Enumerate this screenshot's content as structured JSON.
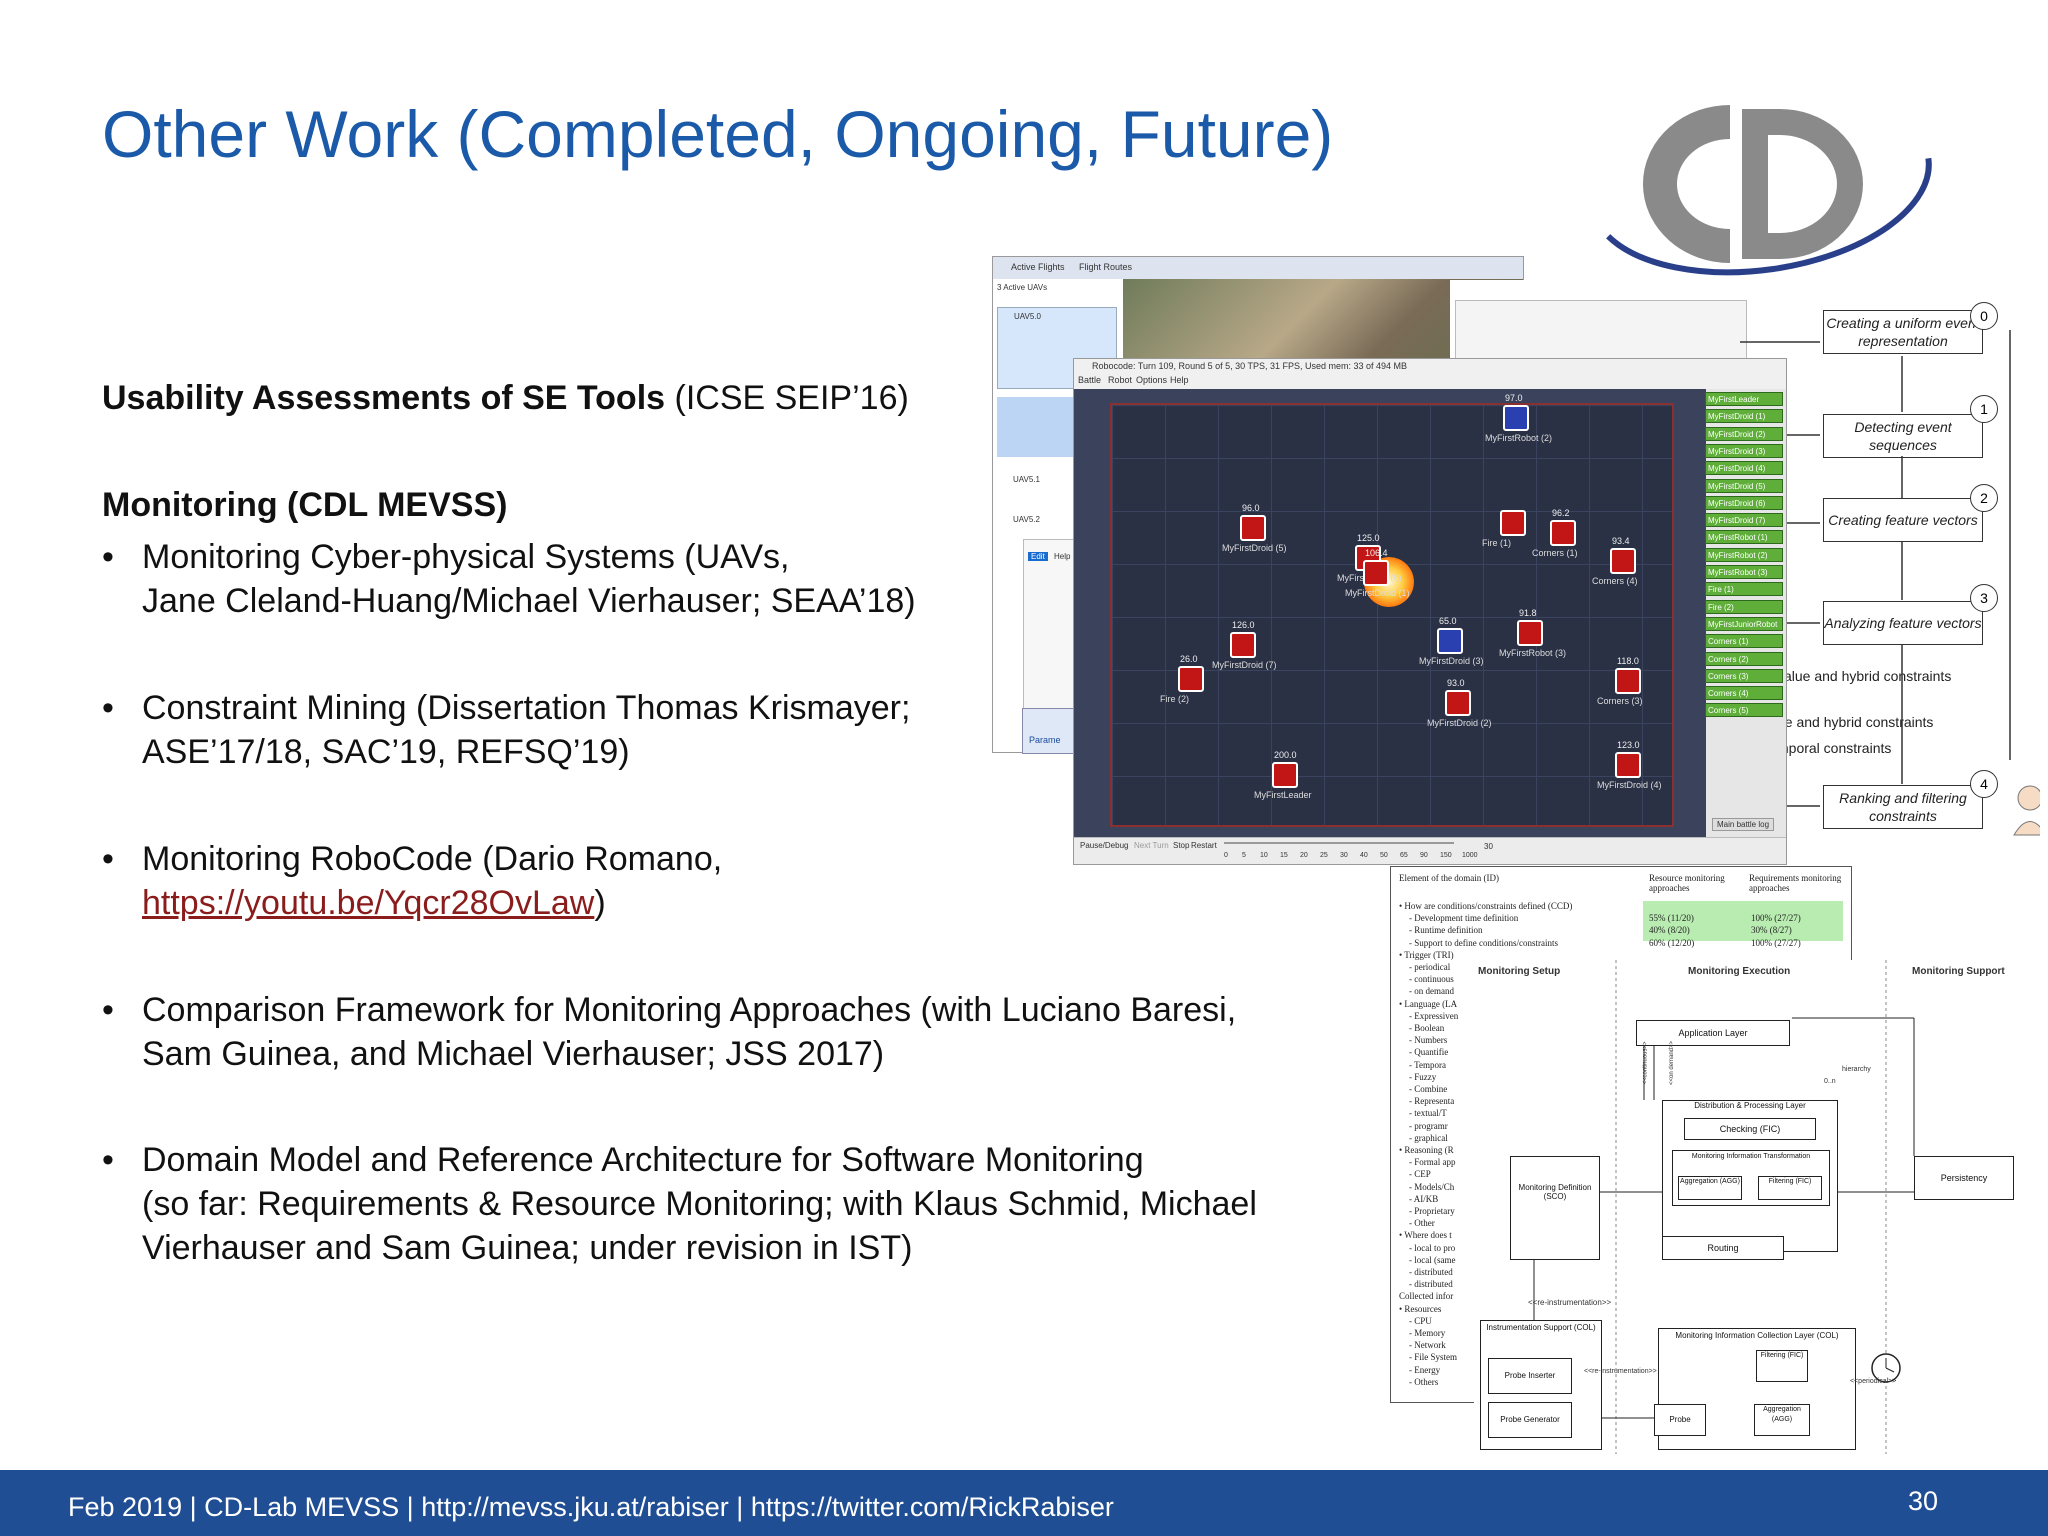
{
  "slide": {
    "title": "Other Work (Completed, Ongoing, Future)",
    "usability": {
      "bold": "Usability Assessments of SE Tools",
      "rest": " (ICSE SEIP’16)"
    },
    "monitoring_heading": "Monitoring (CDL MEVSS)",
    "bullets": [
      {
        "line1": "Monitoring Cyber-physical Systems (UAVs,",
        "line2": "Jane Cleland-Huang/Michael Vierhauser; SEAA’18)"
      },
      {
        "line1": "Constraint Mining (Dissertation Thomas Krismayer;",
        "line2": "ASE’17/18, SAC’19, REFSQ’19)"
      },
      {
        "line1": "Monitoring RoboCode (Dario Romano,",
        "link": "https://youtu.be/Yqcr28OvLaw",
        "after": ")"
      },
      {
        "line1": "Comparison Framework for Monitoring Approaches (with Luciano Baresi,",
        "line2": "Sam Guinea, and Michael Vierhauser; JSS 2017)"
      },
      {
        "line1": "Domain Model and Reference Architecture for Software Monitoring",
        "line2": "(so far: Requirements & Resource Monitoring; with Klaus Schmid, Michael",
        "line3": "Vierhauser and Sam Guinea; under revision in IST)"
      }
    ],
    "bullet_char": "•"
  },
  "footer": {
    "text": "Feb 2019 |  CD-Lab MEVSS | http://mevss.jku.at/rabiser | https://twitter.com/RickRabiser",
    "page": "30"
  },
  "colors": {
    "title": "#1a5aa8",
    "footer_bg": "#1f4e94",
    "link": "#8b1c1c"
  },
  "uav_app": {
    "tabs": [
      "Active Flights",
      "Flight Routes"
    ],
    "list_header": "3 Active UAVs",
    "items": [
      "UAV5.0",
      "UAV5.1",
      "UAV5.2"
    ],
    "menu": [
      "Edit",
      "Help"
    ],
    "parameters_button": "Parame"
  },
  "robocode": {
    "window_title": "Robocode: Turn 109, Round 5 of 5, 30 TPS, 31 FPS, Used mem: 33 of 494 MB",
    "menu": [
      "Battle",
      "Robot",
      "Options",
      "Help"
    ],
    "robots": [
      {
        "name": "MyFirstRobot (2)",
        "score": "97.0"
      },
      {
        "name": "MyFirstDroid (5)",
        "score": "96.0"
      },
      {
        "name": "MyFirstDroid (6)",
        "score": "125.0"
      },
      {
        "name": "MyFirstDroid (1)",
        "score": "106.4"
      },
      {
        "name": "Fire (1)",
        "score": ""
      },
      {
        "name": "Corners (1)",
        "score": "96.2"
      },
      {
        "name": "Corners (4)",
        "score": "93.4"
      },
      {
        "name": "MyFirstDroid (7)",
        "score": "126.0"
      },
      {
        "name": "Fire (2)",
        "score": "26.0"
      },
      {
        "name": "MyFirstDroid (3)",
        "score": "65.0"
      },
      {
        "name": "MyFirstRobot (3)",
        "score": "91.8"
      },
      {
        "name": "MyFirstDroid (2)",
        "score": "93.0"
      },
      {
        "name": "Corners (3)",
        "score": "118.0"
      },
      {
        "name": "MyFirstLeader",
        "score": "200.0"
      },
      {
        "name": "MyFirstDroid (4)",
        "score": "123.0"
      }
    ],
    "list": [
      "MyFirstLeader",
      "MyFirstDroid (1)",
      "MyFirstDroid (2)",
      "MyFirstDroid (3)",
      "MyFirstDroid (4)",
      "MyFirstDroid (5)",
      "MyFirstDroid (6)",
      "MyFirstDroid (7)",
      "MyFirstRobot (1)",
      "MyFirstRobot (2)",
      "MyFirstRobot (3)",
      "Fire (1)",
      "Fire (2)",
      "MyFirstJuniorRobot",
      "Corners (1)",
      "Corners (2)",
      "Corners (3)",
      "Corners (4)",
      "Corners (5)"
    ],
    "main_battle_log": "Main battle log",
    "controls": [
      "Pause/Debug",
      "Next Turn",
      "Stop",
      "Restart"
    ],
    "speed_ticks": [
      "0",
      "5",
      "10",
      "15",
      "20",
      "25",
      "30",
      "40",
      "50",
      "65",
      "90",
      "150",
      "1000"
    ],
    "speed_value": "30"
  },
  "constraint_flow": {
    "steps": [
      {
        "num": "0",
        "label": "Creating a uniform event representation"
      },
      {
        "num": "1",
        "label": "Detecting event sequences"
      },
      {
        "num": "2",
        "label": "Creating feature vectors"
      },
      {
        "num": "3",
        "label": "Analyzing feature vectors"
      },
      {
        "num": "4",
        "label": "Ranking and filtering constraints"
      }
    ],
    "side_labels": [
      "value and hybrid constraints",
      "ue and hybrid constraints",
      "mporal constraints"
    ]
  },
  "comparison_table": {
    "headers": [
      "Element of the domain (ID)",
      "Resource monitoring approaches",
      "Requirements monitoring approaches"
    ],
    "rows": [
      {
        "label": "• How are conditions/constraints defined (CCD)",
        "a": "",
        "b": ""
      },
      {
        "label": "- Development time definition",
        "a": "55% (11/20)",
        "b": "100% (27/27)"
      },
      {
        "label": "- Runtime definition",
        "a": "40% (8/20)",
        "b": "30% (8/27)"
      },
      {
        "label": "- Support to define conditions/constraints",
        "a": "60% (12/20)",
        "b": "100% (27/27)"
      },
      {
        "label": "• Trigger (TRI)"
      },
      {
        "label": "- periodical"
      },
      {
        "label": "- continuous"
      },
      {
        "label": "- on demand"
      },
      {
        "label": "• Language (LA"
      },
      {
        "label": "- Expressiven"
      },
      {
        "label": "- Boolean"
      },
      {
        "label": "- Numbers"
      },
      {
        "label": "- Quantifie"
      },
      {
        "label": "- Tempora"
      },
      {
        "label": "- Fuzzy"
      },
      {
        "label": "- Combine"
      },
      {
        "label": "- Representa"
      },
      {
        "label": "- textual/T"
      },
      {
        "label": "- programr"
      },
      {
        "label": "- graphical"
      },
      {
        "label": "• Reasoning (R"
      },
      {
        "label": "- Formal app"
      },
      {
        "label": "- CEP"
      },
      {
        "label": "- Models/Ch"
      },
      {
        "label": "- AI/KB"
      },
      {
        "label": "- Proprietary"
      },
      {
        "label": "- Other"
      },
      {
        "label": "• Where does t"
      },
      {
        "label": "- local to pro"
      },
      {
        "label": "- local (same"
      },
      {
        "label": "- distributed"
      },
      {
        "label": "- distributed"
      },
      {
        "label": "Collected infor"
      },
      {
        "label": "• Resources"
      },
      {
        "label": "- CPU"
      },
      {
        "label": "- Memory"
      },
      {
        "label": "- Network"
      },
      {
        "label": "- File System"
      },
      {
        "label": "- Energy"
      },
      {
        "label": "- Others"
      }
    ]
  },
  "architecture": {
    "columns": [
      "Monitoring Setup",
      "Monitoring Execution",
      "Monitoring Support"
    ],
    "application_layer": "Application Layer",
    "distribution_layer": "Distribution & Processing Layer",
    "checking": "Checking (FIC)",
    "mit": "Monitoring Information Transformation",
    "aggregation": "Aggregation (AGG)",
    "filtering": "Filtering (FIC)",
    "routing": "Routing",
    "persistency": "Persistency",
    "monitoring_definition": "Monitoring Definition (SCO)",
    "instrumentation_support": "Instrumentation Support (COL)",
    "probe_inserter": "Probe Inserter",
    "probe_generator": "Probe Generator",
    "collection_layer": "Monitoring Information Collection Layer (COL)",
    "filtering2": "Filtering (FIC)",
    "probe": "Probe",
    "aggregation2": "Aggregation (AGG)",
    "re_instrumentation": "<<re-instrumentation>>",
    "periodical": "<<periodical>>",
    "hierarchy": "hierarchy",
    "continuous": "<<continuous>>",
    "on_demand": "<<on demand>>",
    "multiplicity": "0..n"
  }
}
